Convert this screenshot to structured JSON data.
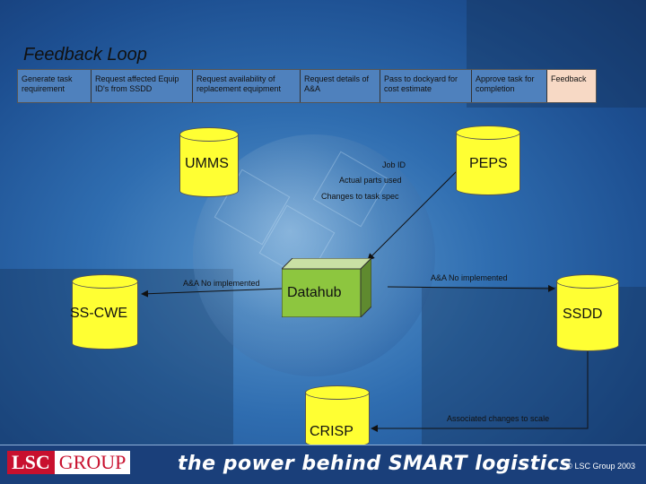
{
  "title": "Feedback Loop",
  "steps": [
    {
      "label": "Generate task requirement"
    },
    {
      "label": "Request affected Equip ID's from SSDD"
    },
    {
      "label": "Request availability of replacement equipment"
    },
    {
      "label": "Request details of A&A"
    },
    {
      "label": "Pass to dockyard for cost estimate"
    },
    {
      "label": "Approve task for completion"
    },
    {
      "label": "Feedback"
    }
  ],
  "databases": {
    "umms": "UMMS",
    "peps": "PEPS",
    "sscwe": "SS-CWE",
    "ssdd": "SSDD",
    "crisp": "CRISP"
  },
  "hub": "Datahub",
  "annotations": {
    "job_id": "Job ID",
    "actual_parts": "Actual parts used",
    "changes_task_spec": "Changes to task spec",
    "aa_left": "A&A No implemented",
    "aa_right": "A&A No implemented",
    "assoc_changes": "Associated changes to scale"
  },
  "footer": {
    "logo_lsc": "LSC",
    "logo_group": "GROUP",
    "tagline": "the power behind SMART logistics",
    "copyright": "© LSC Group 2003"
  },
  "colors": {
    "cylinder": "#ffff33",
    "step": "#4f81bd",
    "feedback_step": "#f7d9c5",
    "background": "#2f6db0"
  }
}
